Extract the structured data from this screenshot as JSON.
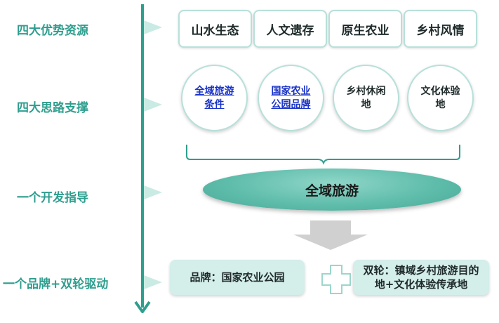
{
  "rows": [
    {
      "label": "四大优势资源"
    },
    {
      "label": "四大思路支撑"
    },
    {
      "label": "一个开发指导"
    },
    {
      "label": "一个品牌+双轮驱动"
    }
  ],
  "resources": [
    "山水生态",
    "人文遗存",
    "原生农业",
    "乡村风情"
  ],
  "strategies": [
    {
      "text": "全域旅游条件",
      "linked": true
    },
    {
      "text": "国家农业公园品牌",
      "linked": true
    },
    {
      "text": "乡村休闲地",
      "linked": false
    },
    {
      "text": "文化体验地",
      "linked": false
    }
  ],
  "guidance": {
    "label": "全域旅游"
  },
  "brand": {
    "label": "品牌：国家农业公园"
  },
  "dual_wheel": {
    "label": "双轮：镇域乡村旅游目的地+文化体验传承地"
  },
  "colors": {
    "teal": "#2e9e8e",
    "light_teal": "#d4eeea",
    "link": "#1a33c8"
  }
}
